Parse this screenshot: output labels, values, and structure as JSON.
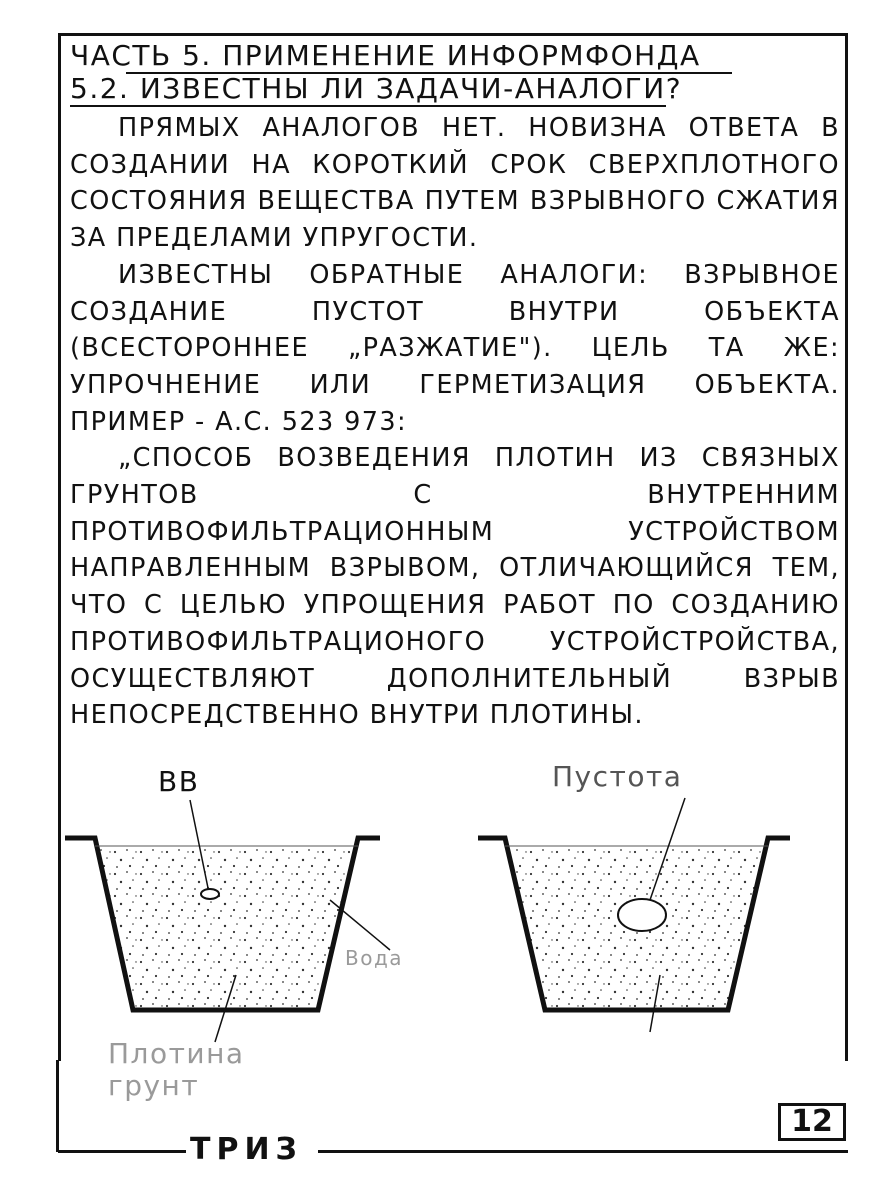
{
  "header": {
    "part_title": "Часть 5. Применение информфонда",
    "section_title": "5.2. Известны ли задачи-аналоги?"
  },
  "body": {
    "paragraphs": [
      "Прямых аналогов нет. Новизна ответа в создании на короткий срок сверхплотного состояния вещества путем взрывного сжатия за пределами упругости.",
      "Известны обратные аналоги: взрывное создание пустот внутри объекта (всестороннее „разжатие\"). Цель та же: упрочнение или герметизация объекта. Пример - а.с. 523 973:",
      "„Способ возведения плотин из связных грунтов с внутренним противофильтрационным устройством направленным взрывом, отличающийся тем, что с целью упрощения работ по созданию противофильтрационого устройстройства, осуществляют дополнительный взрыв непосредственно внутри плотины."
    ]
  },
  "figure": {
    "left": {
      "label_top": "ВВ",
      "label_right": "Вода",
      "label_bottom": "Плотина грунт"
    },
    "right": {
      "label_top": "Пустота"
    }
  },
  "footer": {
    "logo": "ТРИЗ",
    "page_number": "12"
  }
}
